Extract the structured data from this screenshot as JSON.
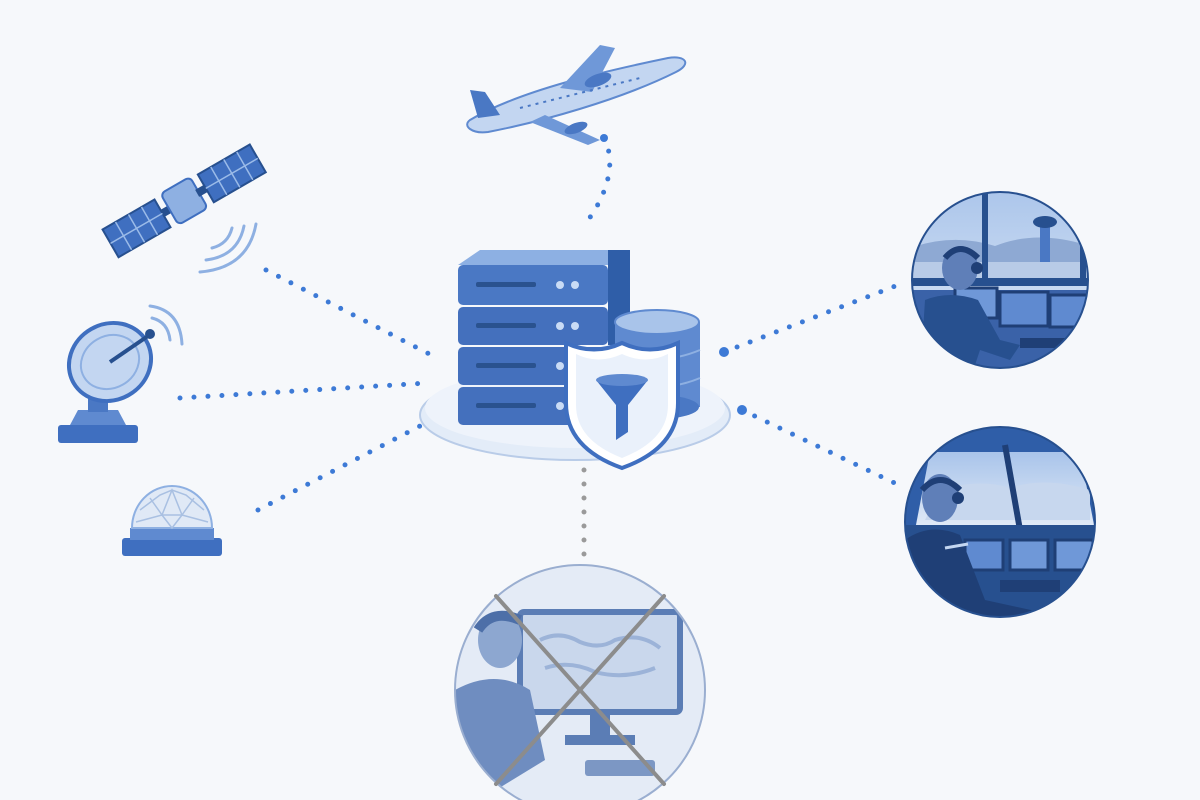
{
  "diagram": {
    "theme": {
      "background": "#f6f8fb",
      "primary": "#3f6fc0",
      "primary_dark": "#27508f",
      "primary_light": "#6f98d8",
      "pale": "#dde8f7",
      "connector_active": "#3d7ad6",
      "connector_inactive": "#9a9a9a",
      "blocked_cross": "#8c8c8c"
    },
    "hub": {
      "components": [
        "server-rack-icon",
        "database-icon",
        "shield-icon",
        "filter-funnel-icon"
      ]
    },
    "sources": [
      {
        "id": "aircraft",
        "icon": "airplane-icon"
      },
      {
        "id": "satellite",
        "icon": "satellite-icon"
      },
      {
        "id": "ground-antenna",
        "icon": "satellite-dish-icon"
      },
      {
        "id": "radar-dome",
        "icon": "radome-icon"
      }
    ],
    "recipients": [
      {
        "id": "control-tower",
        "scene": "air-traffic-controller-in-tower",
        "access": "allowed"
      },
      {
        "id": "cockpit",
        "scene": "pilot-in-cockpit",
        "access": "allowed"
      },
      {
        "id": "desk-operator",
        "scene": "operator-at-desktop-monitor",
        "access": "blocked"
      }
    ]
  }
}
